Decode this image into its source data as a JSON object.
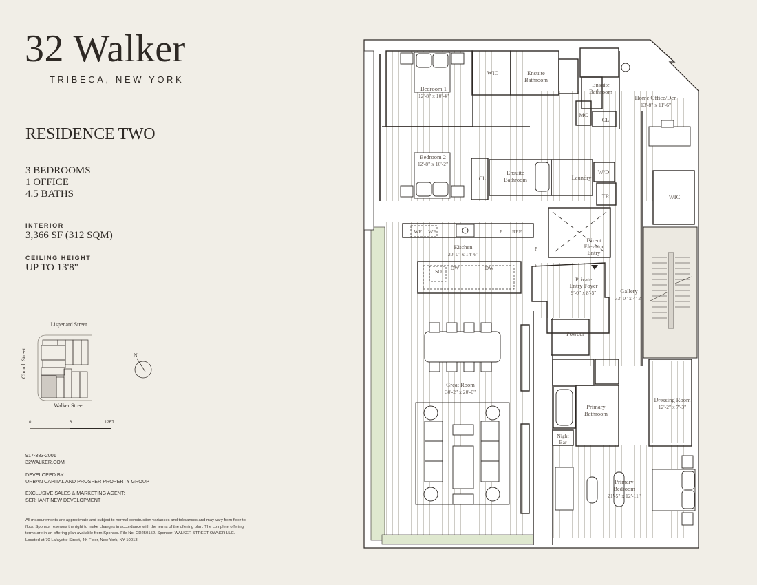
{
  "brand": {
    "title": "32 Walker",
    "subtitle": "TRIBECA, NEW YORK"
  },
  "residence": {
    "title": "RESIDENCE TWO",
    "specs": [
      "3 BEDROOMS",
      "1 OFFICE",
      "4.5 BATHS"
    ],
    "interior_label": "INTERIOR",
    "interior_value": "3,366 SF (312 SQM)",
    "ceiling_label": "CEILING HEIGHT",
    "ceiling_value": "UP TO 13'8\""
  },
  "key_plan": {
    "street_north": "Lispenard Street",
    "street_south": "Walker Street",
    "street_west": "Church Street",
    "north_label": "N",
    "scale_ticks": [
      "0",
      "6",
      "12FT"
    ]
  },
  "contact": {
    "phone": "917-383-2001",
    "website": "32WALKER.COM",
    "developer_label": "DEVELOPED BY:",
    "developer": "URBAN CAPITAL AND PROSPER PROPERTY GROUP",
    "agent_label": "EXCLUSIVE SALES & MARKETING AGENT:",
    "agent": "SERHANT NEW DEVELOPMENT"
  },
  "disclaimer": "All measurements are approximate and subject to normal construction variances and tolerances and may vary from floor to floor. Sponsor reserves the right to make changes in accordance with the terms of the offering plan. The complete offering terms are in an offering plan available from Sponsor. File No. CD250152. Sponsor: WALKER STREET OWNER LLC. Located at 70 Lafayette Street, 4th Floor, New York, NY 10013.",
  "floor_plan": {
    "colors": {
      "wall": "#2e2925",
      "floor_line": "#c9c6c0",
      "window_green": "#dfe8cf",
      "core": "#ece9e1"
    },
    "rooms": {
      "bedroom1": {
        "name": "Bedroom 1",
        "dims": "12'-8\" x 10'-4\""
      },
      "wic1": {
        "name": "WIC"
      },
      "ensuite1": {
        "name": "Ensuite",
        "name2": "Bathroom"
      },
      "ensuite3": {
        "name": "Ensuite",
        "name2": "Bathroom"
      },
      "office": {
        "name": "Home Office/Den",
        "dims": "13'-8\" x 11'-6\""
      },
      "mc": {
        "name": "MC"
      },
      "cl1": {
        "name": "CL"
      },
      "bedroom2": {
        "name": "Bedroom 2",
        "dims": "12'-8\" x 10'-2\""
      },
      "cl2": {
        "name": "CL"
      },
      "ensuite2": {
        "name": "Ensuite",
        "name2": "Bathroom"
      },
      "laundry": {
        "name": "Laundry"
      },
      "wd": {
        "name": "W/D"
      },
      "tr": {
        "name": "TR"
      },
      "wic2": {
        "name": "WIC"
      },
      "kitchen": {
        "name": "Kitchen",
        "dims": "20'-0\" x 14'-6\""
      },
      "kitchen_fixtures": {
        "wf1": "WF",
        "wf2": "WF",
        "f": "F",
        "ref": "REF",
        "p1": "P",
        "p2": "P",
        "so": "SO",
        "dw1": "DW",
        "dw2": "DW"
      },
      "elevator": {
        "name": "Direct",
        "name2": "Elevator",
        "name3": "Entry"
      },
      "foyer": {
        "name": "Private",
        "name2": "Entry Foyer",
        "dims": "9'-0\" x 8'-5\""
      },
      "gallery": {
        "name": "Gallery",
        "dims": "33'-0\" x 4'-2\""
      },
      "powder": {
        "name": "Powder"
      },
      "great_room": {
        "name": "Great Room",
        "dims": "30'-2\" x 20'-0\""
      },
      "primary_bath": {
        "name": "Primary",
        "name2": "Bathroom"
      },
      "night_bar": {
        "name": "Night",
        "name2": "Bar"
      },
      "dressing": {
        "name": "Dressing Room",
        "dims": "12'-2\" x 7'-3\""
      },
      "primary_bed": {
        "name": "Primary",
        "name2": "Bedroom",
        "dims": "21'-5\" x 12'-11\""
      }
    }
  }
}
